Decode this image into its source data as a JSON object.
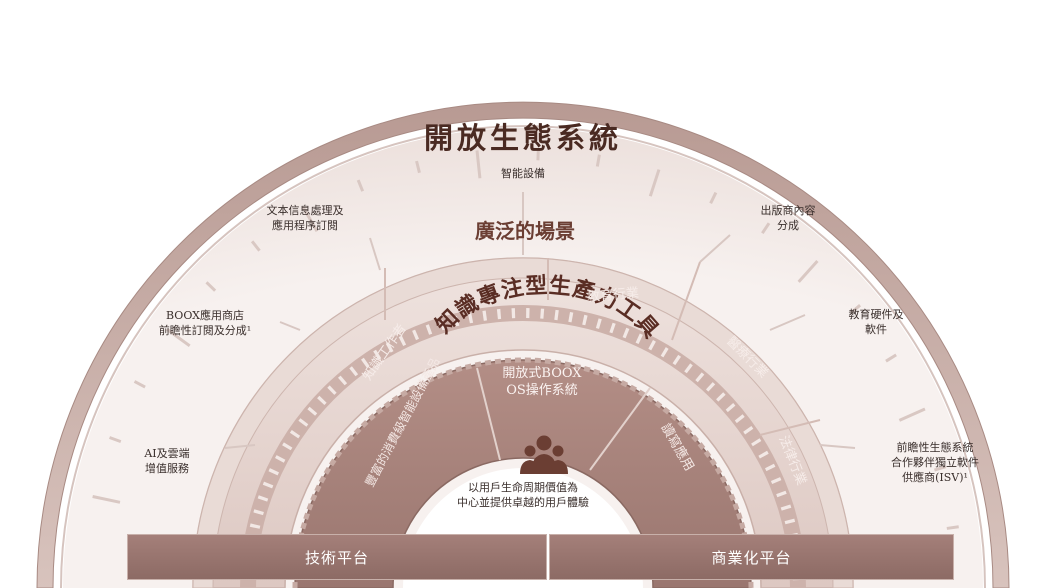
{
  "title": "開放生態系統",
  "outer_labels": {
    "top": "智能設備",
    "upper_left": [
      "文本信息處理及",
      "應用程序訂閱"
    ],
    "upper_right": [
      "出版商內容",
      "分成"
    ],
    "mid_left": [
      "BOOX應用商店",
      "前瞻性訂閱及分成¹"
    ],
    "mid_right": [
      "教育硬件及",
      "軟件"
    ],
    "low_left": [
      "AI及雲端",
      "增值服務"
    ],
    "low_right": [
      "前瞻性生態系統",
      "合作夥伴獨立軟件",
      "供應商(ISV)¹"
    ]
  },
  "scenario_ring": {
    "title": "廣泛的場景",
    "segments": [
      "知識工作者",
      "教育行業",
      "醫療行業",
      "法律行業"
    ]
  },
  "core_ring": {
    "title": "知識專注型生產力工具",
    "segments": [
      "豐富的消費級智能設備產品",
      "開放式BOOX OS操作系統",
      "讀寫應用"
    ]
  },
  "center": {
    "icon": "users-group-icon",
    "lines": [
      "以用戶生命周期價值為",
      "中心並提供卓越的用戶體驗"
    ]
  },
  "platforms": {
    "left": "技術平台",
    "right": "商業化平台"
  },
  "colors": {
    "ring_dark": "#9c7770",
    "ring_mid": "#c7a8a0",
    "ring_light": "#e8d8d3",
    "title_brown": "#6b3e33",
    "bar": "#946f69"
  }
}
